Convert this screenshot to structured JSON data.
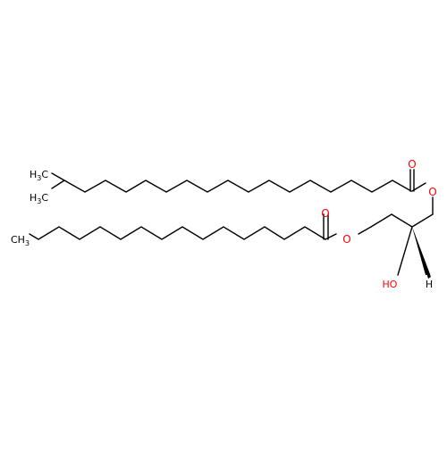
{
  "molecule": {
    "colors": {
      "bond": "#000000",
      "oxygen": "#ff0000",
      "carbon_label": "#000000",
      "background": "#ffffff"
    },
    "atom_labels": {
      "methyl_upper": "H3C",
      "methyl_lower": "H3C",
      "terminal_methyl": "CH3",
      "carbonyl_o_top": "O",
      "ester_o_right": "O",
      "carbonyl_o_mid": "O",
      "ester_o_mid": "O",
      "hydroxyl": "HO",
      "stereo_h": "H"
    }
  }
}
